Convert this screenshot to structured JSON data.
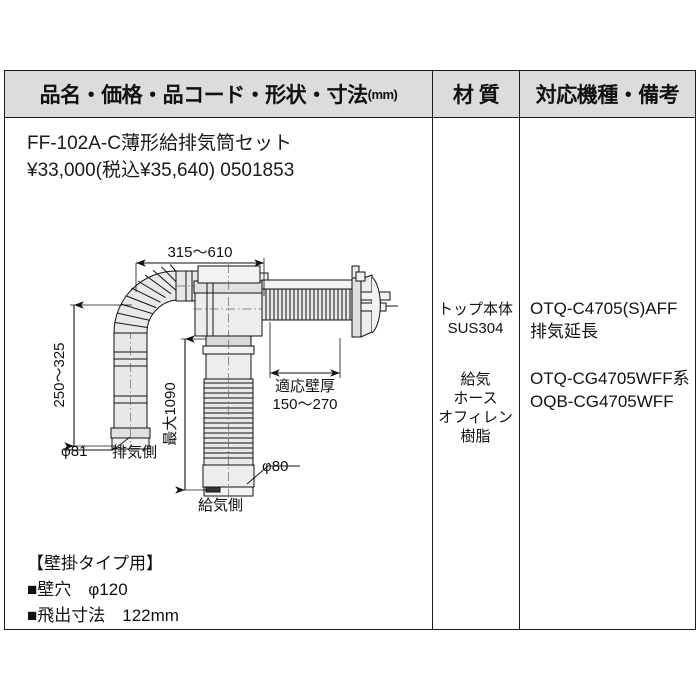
{
  "header": {
    "col1_title": "品名・価格・品コード・形状・寸法",
    "col1_unit": "(mm)",
    "col2_title": "材 質",
    "col3_title": "対応機種・備考"
  },
  "product": {
    "name": "FF-102A-C薄形給排気筒セット",
    "price": "¥33,000(税込¥35,640) 0501853"
  },
  "material": {
    "group1_line1": "トップ本体",
    "group1_line2": "SUS304",
    "group2_line1": "給気",
    "group2_line2": "ホース",
    "group2_line3": "オフィレン",
    "group2_line4": "樹脂"
  },
  "models": {
    "group1_line1": "OTQ-C4705(S)AFF",
    "group1_line2": "排気延長",
    "group2_line1": "OTQ-CG4705WFF系",
    "group2_line2": "OQB-CG4705WFF"
  },
  "notes": {
    "title": "【壁掛タイプ用】",
    "item1": "■壁穴　φ120",
    "item2": "■飛出寸法　122mm"
  },
  "diagram": {
    "dim_top": "315〜610",
    "dim_left": "250〜325",
    "dim_center": "最大1090",
    "dim_wall_label": "適応壁厚",
    "dim_wall_value": "150〜270",
    "label_phi81": "φ81",
    "label_exhaust": "排気側",
    "label_phi80": "φ80",
    "label_supply": "給気側"
  },
  "colors": {
    "header_bg": "#dcdcdc",
    "border": "#1a1a1a",
    "text": "#111111",
    "metal_fill": "#e8e8e8",
    "metal_fill_light": "#f2f2f2"
  }
}
